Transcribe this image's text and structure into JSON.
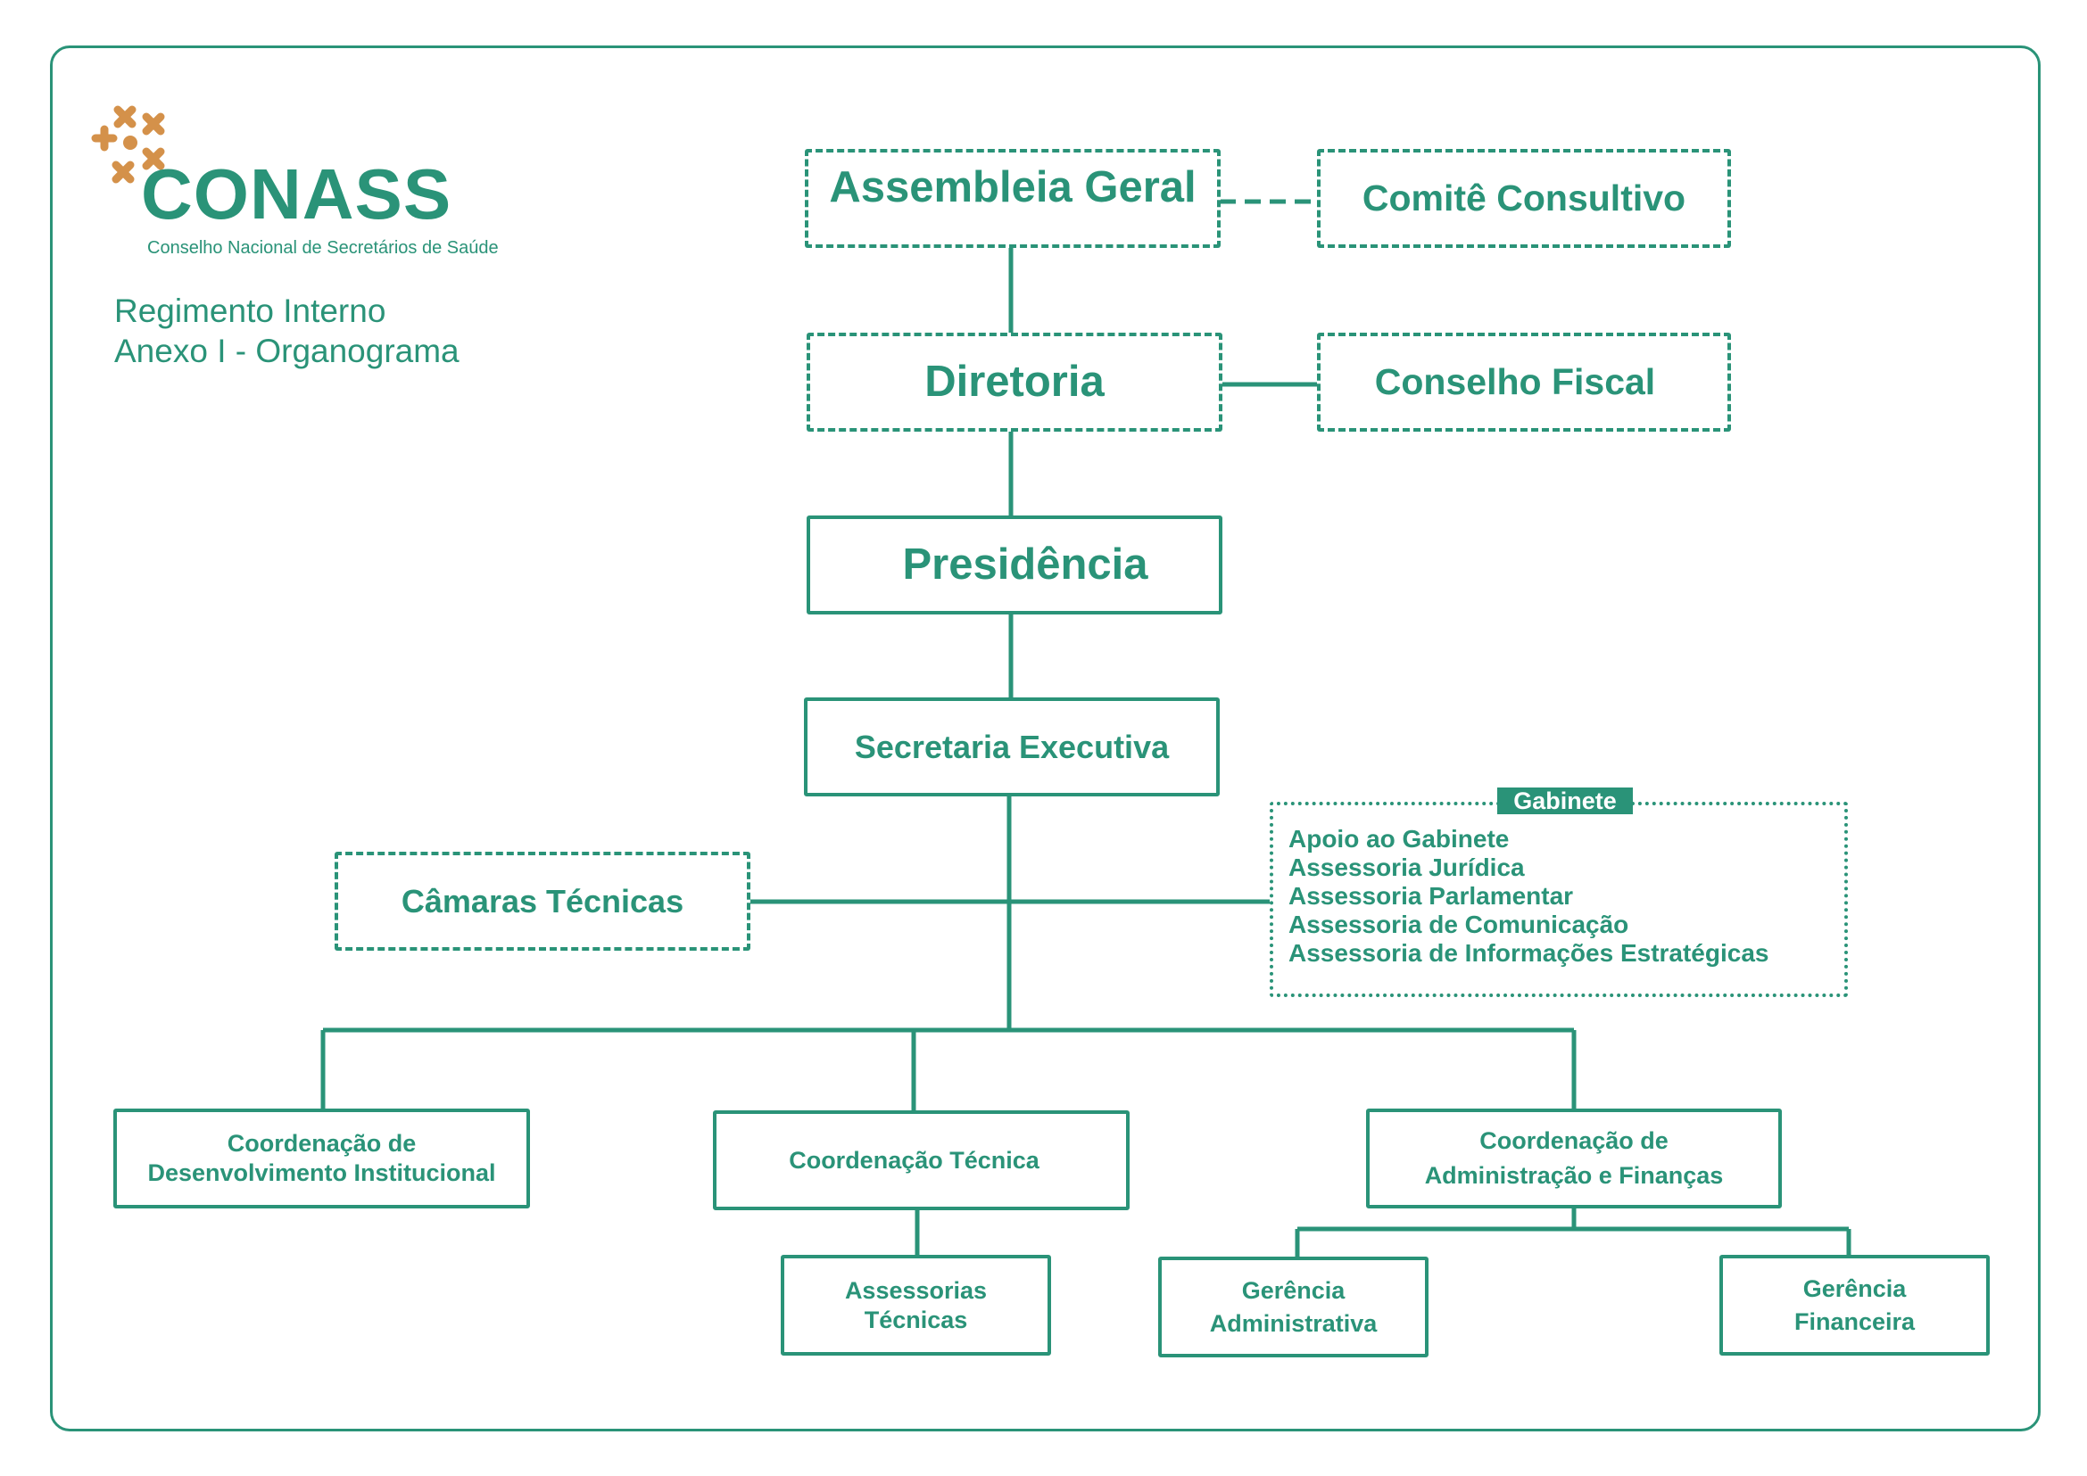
{
  "colors": {
    "primary": "#2a9378",
    "logo_accent": "#d4914a",
    "background": "#ffffff"
  },
  "logo": {
    "icon": "conass-cross-cluster-icon",
    "name": "CONASS",
    "subtitle": "Conselho Nacional de Secretários de Saúde"
  },
  "title": {
    "line1": "Regimento Interno",
    "line2": "Anexo I - Organograma"
  },
  "org": {
    "assembleia": "Assembleia Geral",
    "comite": "Comitê Consultivo",
    "diretoria": "Diretoria",
    "conselho_fiscal": "Conselho Fiscal",
    "presidencia": "Presidência",
    "secretaria": "Secretaria Executiva",
    "camaras": "Câmaras Técnicas",
    "gabinete": {
      "label": "Gabinete",
      "items": [
        "Apoio ao Gabinete",
        "Assessoria Jurídica",
        "Assessoria Parlamentar",
        "Assessoria de Comunicação",
        "Assessoria de Informações Estratégicas"
      ]
    },
    "coord_desenv": {
      "line1": "Coordenação de",
      "line2": "Desenvolvimento Institucional"
    },
    "coord_tecnica": "Coordenação Técnica",
    "coord_admin": {
      "line1": "Coordenação de",
      "line2": "Administração e Finanças"
    },
    "assessorias": {
      "line1": "Assessorias",
      "line2": "Técnicas"
    },
    "gerencia_admin": {
      "line1": "Gerência",
      "line2": "Administrativa"
    },
    "gerencia_fin": {
      "line1": "Gerência",
      "line2": "Financeira"
    }
  }
}
